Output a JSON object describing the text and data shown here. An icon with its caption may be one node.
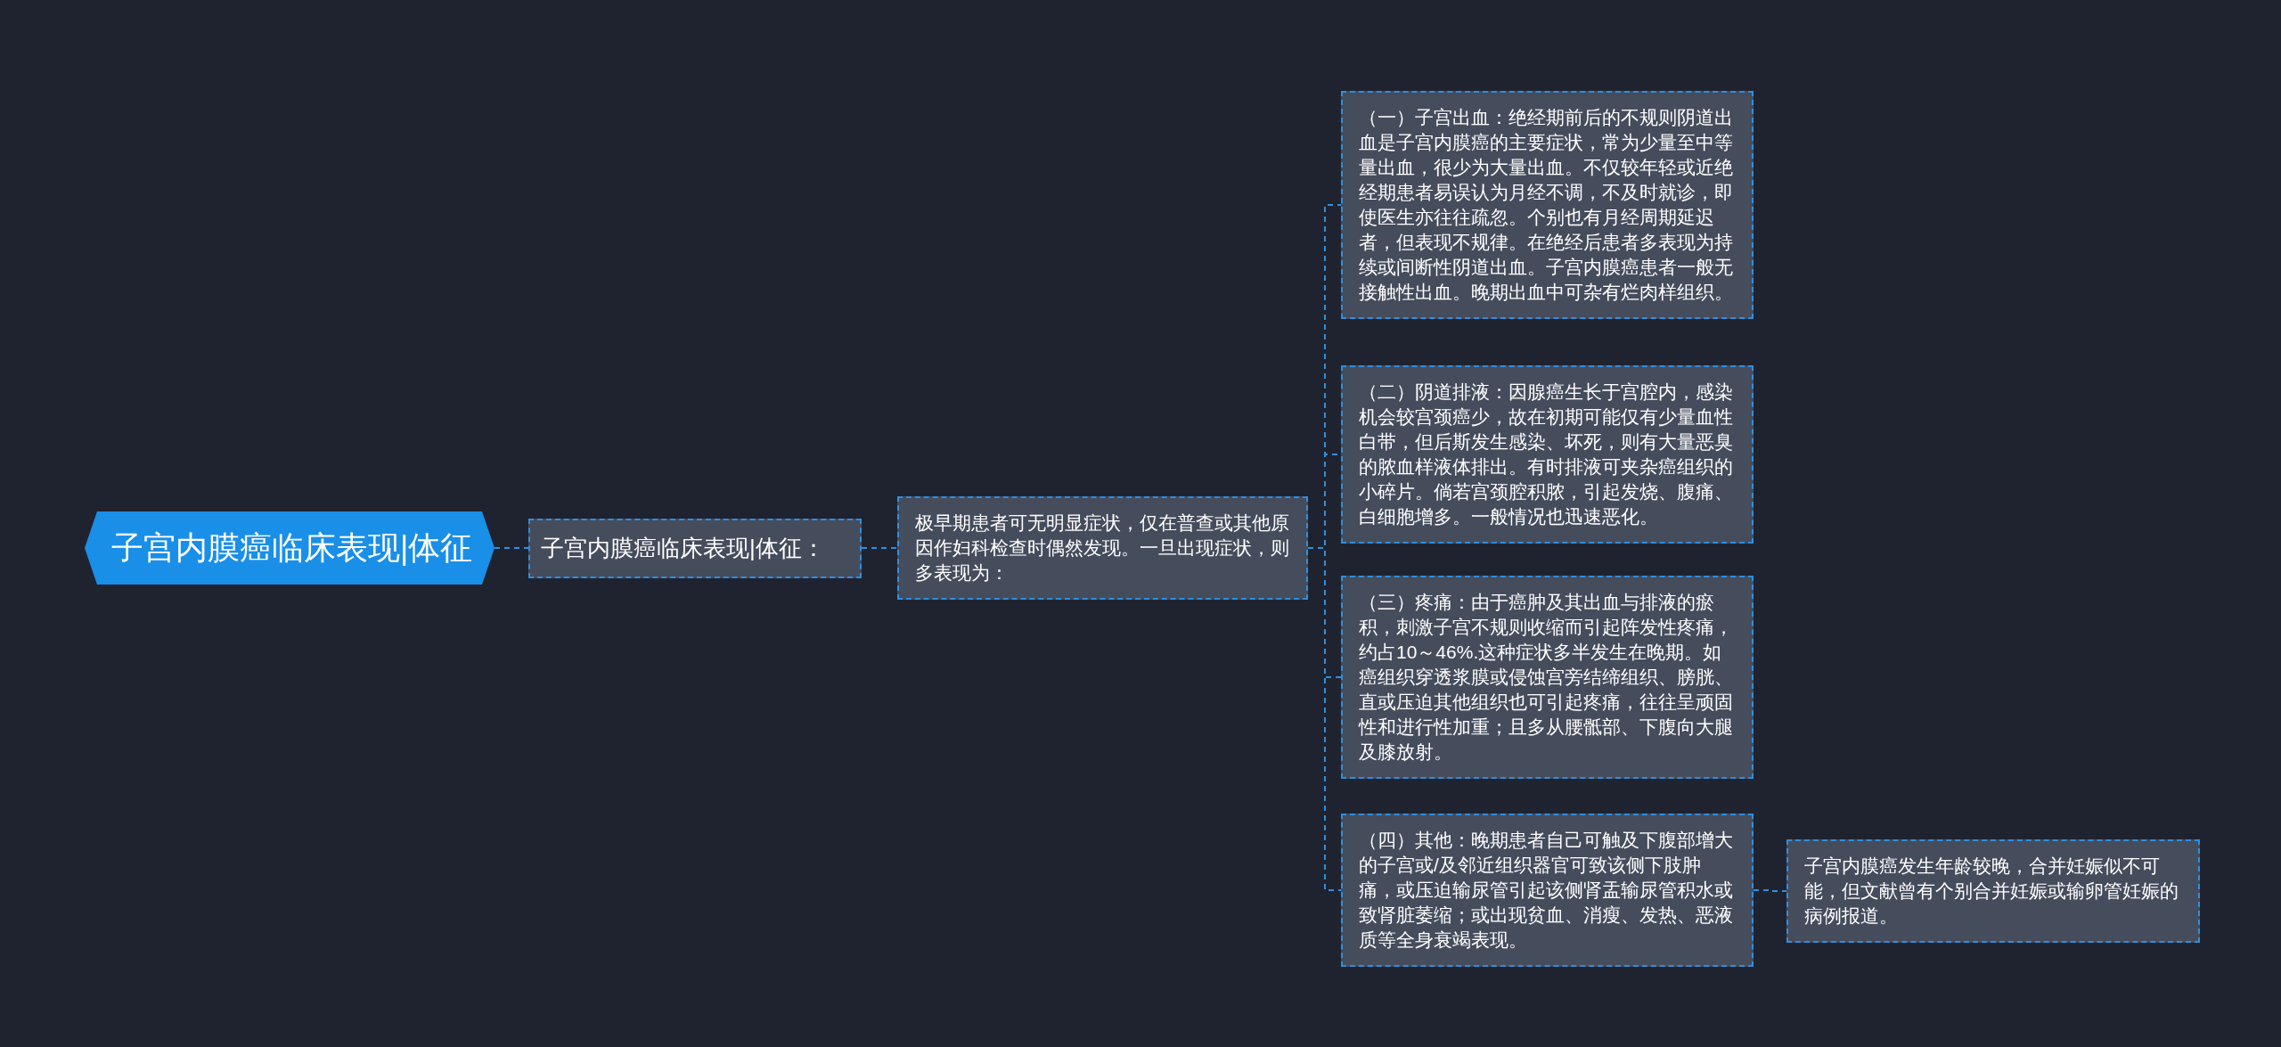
{
  "diagram": {
    "nodes": [
      {
        "text": [
          "子宫内膜癌临床表现|体征"
        ]
      },
      {
        "text": [
          "子宫内膜癌临床表现|体征："
        ]
      },
      {
        "text": [
          "极早期患者可无明显症状，仅在普查或其他原因作妇科检查时偶然发现。一旦出现症状，则多表现为："
        ]
      },
      {
        "text": [
          "（一）子宫出血：绝经期前后的不规则阴道出血是子宫内膜癌的主要症状，常为少量至中等量出血，很少为大量出血。不仅较年轻或近绝经期患者易误认为月经不调，不及时就诊，即使医生亦往往疏忽。个别也有月经周期延迟者，但表现不规律。在绝经后患者多表现为持续或间断性阴道出血。子宫内膜癌患者一般无接触性出血。晚期出血中可杂有烂肉样组织。"
        ]
      },
      {
        "text": [
          "（二）阴道排液：因腺癌生长于宫腔内，感染机会较宫颈癌少，故在初期可能仅有少量血性白带，但后斯发生感染、坏死，则有大量恶臭的脓血样液体排出。有时排液可夹杂癌组织的小碎片。倘若宫颈腔积脓，引起发烧、腹痛、白细胞增多。一般情况也迅速恶化。"
        ]
      },
      {
        "text": [
          "（三）疼痛：由于癌肿及其出血与排液的瘀积，刺激子宫不规则收缩而引起阵发性疼痛，约占10～46%.这种症状多半发生在晚期。如癌组织穿透浆膜或侵蚀宫旁结缔组织、膀胱、直或压迫其他组织也可引起疼痛，往往呈顽固性和进行性加重；且多从腰骶部、下腹向大腿及膝放射。"
        ]
      },
      {
        "text": [
          "（四）其他：晚期患者自己可触及下腹部增大的子宫或/及邻近组织器官可致该侧下肢肿痛，或压迫输尿管引起该侧肾盂输尿管积水或致肾脏萎缩；或出现贫血、消瘦、发热、恶液质等全身衰竭表现。"
        ]
      },
      {
        "text": [
          "子宫内膜癌发生年龄较晚，合并妊娠似不可能，但文献曾有个别合并妊娠或输卵管妊娠的病例报道。"
        ]
      }
    ],
    "edges": [
      {
        "from": 0,
        "to": 1,
        "arrow": "none",
        "style": "dashed"
      },
      {
        "from": 1,
        "to": 2,
        "arrow": "none",
        "style": "dashed"
      },
      {
        "from": 2,
        "to": 3,
        "arrow": "none",
        "style": "dashed"
      },
      {
        "from": 2,
        "to": 4,
        "arrow": "none",
        "style": "dashed"
      },
      {
        "from": 2,
        "to": 5,
        "arrow": "none",
        "style": "dashed"
      },
      {
        "from": 2,
        "to": 6,
        "arrow": "none",
        "style": "dashed"
      },
      {
        "from": 6,
        "to": 7,
        "arrow": "none",
        "style": "dashed"
      }
    ]
  }
}
